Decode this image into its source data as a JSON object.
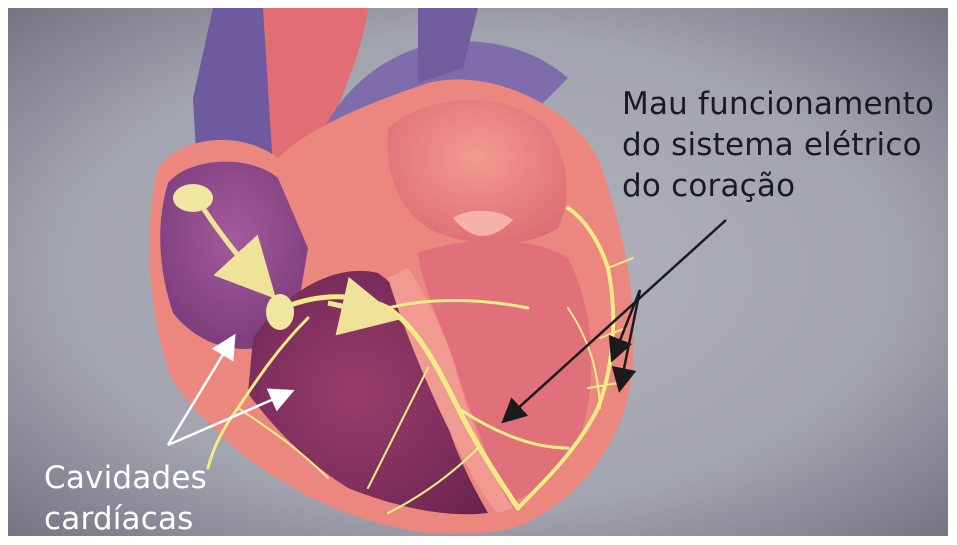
{
  "labels": {
    "malfunction": [
      "Mau funcionamento",
      "do sistema elétrico",
      "do coração"
    ],
    "chambers": [
      "Cavidades",
      "cardíacas"
    ]
  },
  "colors": {
    "background": "#a5a7b2",
    "muscle": "#ee8a86",
    "muscle_dark": "#d6666e",
    "atrium": "#8a3f86",
    "ventricle": "#7d2f5e",
    "vessel_purple": "#7b6aa8",
    "aorta": "#e7757a",
    "conduction": "#f2ec86",
    "node": "#f1e6a0",
    "dark_arrow": "#1b1b1e",
    "light_arrow": "#ffffff"
  }
}
